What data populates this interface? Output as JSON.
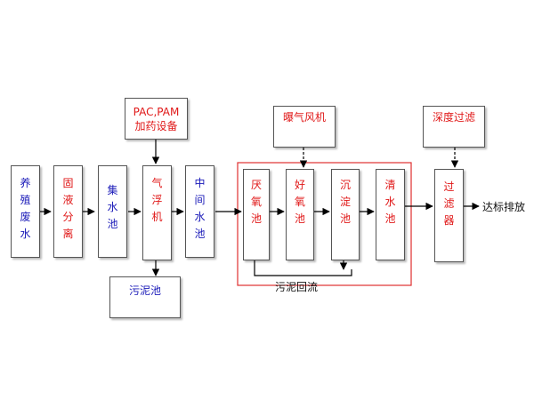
{
  "colors": {
    "blue_text": "#1a1ab8",
    "red_text": "#e01818",
    "boundary": "#e03030"
  },
  "nodes": {
    "breeding_wastewater": "养\n殖\n废\n水",
    "solid_liquid_separation": "固\n液\n分\n离",
    "collection_tank": "集\n水\n池",
    "air_flotation": "气\n浮\n机",
    "intermediate_tank": "中\n间\n水\n池",
    "anaerobic_tank": "厌\n氧\n池",
    "aerobic_tank": "好\n氧\n池",
    "sedimentation_tank": "沉\n淀\n池",
    "clear_water_tank": "清\n水\n池",
    "filter": "过\n滤\n器",
    "chemical_dosing": "PAC,PAM\n加药设备",
    "aeration_blower": "曝气风机",
    "deep_filtration": "深度过滤",
    "sludge_tank": "污泥池"
  },
  "labels": {
    "sludge_return": "污泥回流",
    "discharge": "达标排放"
  }
}
